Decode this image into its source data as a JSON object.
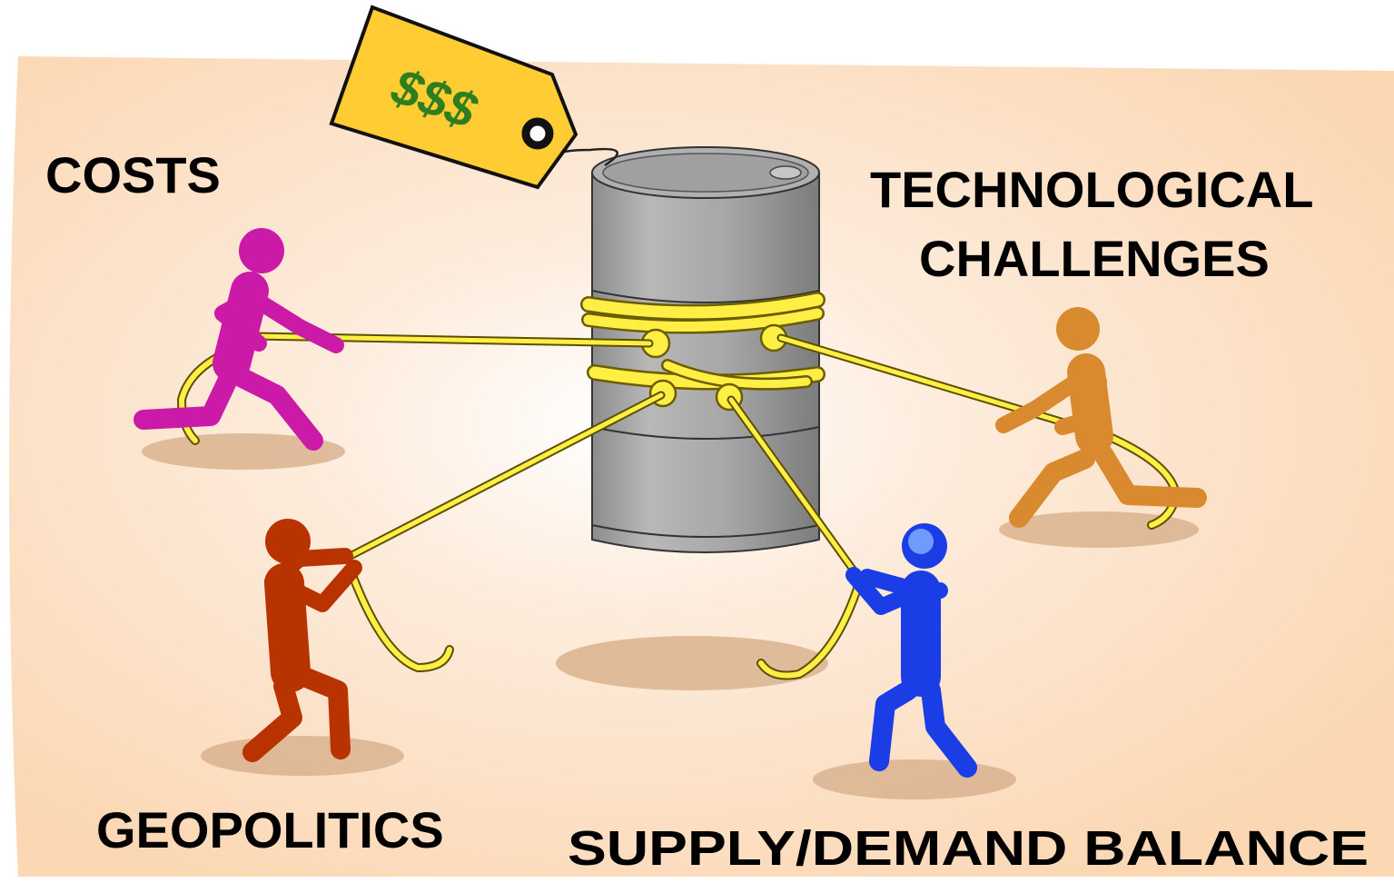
{
  "price_tag": {
    "text": "$$$"
  },
  "labels": {
    "costs": "COSTS",
    "technological_line1": "TECHNOLOGICAL",
    "technological_line2": "CHALLENGES",
    "geopolitics": "GEOPOLITICS",
    "supply_demand": "SUPPLY/DEMAND BALANCE"
  },
  "colors": {
    "background": "#fbd9b6",
    "barrel": "#a9a9a9",
    "rope": "#ffee44",
    "tag": "#ffcc33",
    "tag_text": "#2e7d1e",
    "figure_costs": "#cc1aa8",
    "figure_technological": "#d9892e",
    "figure_geopolitics": "#b83300",
    "figure_supply_demand": "#1a3de6",
    "shadow": "#d9b38f"
  }
}
